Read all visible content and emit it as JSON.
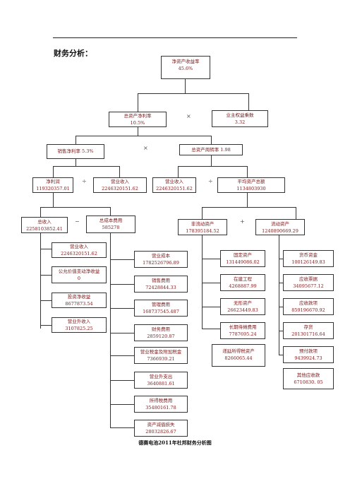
{
  "heading": "财务分析：",
  "caption": "德赛电池2011年杜邦财务分析图",
  "operators": {
    "times": "×",
    "divide": "÷",
    "minus": "−",
    "plus": "+"
  },
  "roe": {
    "label": "净资产收益率",
    "value": "45.6%"
  },
  "roa": {
    "label": "总资产净利率",
    "value": "10.5%"
  },
  "equity_multiplier": {
    "label": "业主权益乘数",
    "value": "3.32"
  },
  "net_margin": {
    "label": "销售净利率 5.3%"
  },
  "asset_turnover": {
    "label": "总资产周转率 1.98"
  },
  "net_profit": {
    "label": "净利润",
    "value": "119320357.01"
  },
  "revenue_a": {
    "label": "营业收入",
    "value": "2246320151.62"
  },
  "revenue_b": {
    "label": "营业收入",
    "value": "2246320151.62"
  },
  "avg_total_assets": {
    "label": "平均资产总额",
    "value": "1134803930"
  },
  "total_revenue": {
    "label": "总收入",
    "value": "2258103852.41"
  },
  "total_cost": {
    "label": "总成本费用",
    "value": "585278"
  },
  "noncurrent_assets": {
    "label": "非流动资产",
    "value": "178395184.52"
  },
  "current_assets": {
    "label": "流动资产",
    "value": "1240890669.29"
  },
  "income_items": [
    {
      "label": "营业收入",
      "value": "2246320151.62"
    },
    {
      "label": "公允价值变动净收益",
      "value": "0"
    },
    {
      "label": "投资净收益",
      "value": "8677873.54"
    },
    {
      "label": "营业外收入",
      "value": "3107825.25"
    }
  ],
  "cost_items": [
    {
      "label": "营业成本",
      "value": "1782526796.89"
    },
    {
      "label": "销售费用",
      "value": "72428844.33"
    },
    {
      "label": "管理费用",
      "value": "168737545.487"
    },
    {
      "label": "财务费用",
      "value": "2859120.87"
    },
    {
      "label": "营业税金及附加税金",
      "value": "7366939.21"
    },
    {
      "label": "营业外支出",
      "value": "3640881.61"
    },
    {
      "label": "所得税费用",
      "value": "35480161.78"
    },
    {
      "label": "资产减值损失",
      "value": "28032826.67"
    }
  ],
  "noncurrent_items": [
    {
      "label": "固定资产",
      "value": "131449086.02"
    },
    {
      "label": "在建工程",
      "value": "4268887.99"
    },
    {
      "label": "无形资产",
      "value": "26623449.83"
    },
    {
      "label": "长期待摊费用",
      "value": "7787695.24"
    },
    {
      "label": "递延所得税资产",
      "value": "8266065.44"
    }
  ],
  "current_items": [
    {
      "label": "货币资金",
      "value": "100126149.83"
    },
    {
      "label": "应收票据",
      "value": "34095677.12"
    },
    {
      "label": "应收款项",
      "value": "859196670.92"
    },
    {
      "label": "存货",
      "value": "201301716.64"
    },
    {
      "label": "预付款项",
      "value": "9439924.73"
    },
    {
      "label": "其他应收款",
      "value": "6710830. 05"
    }
  ]
}
